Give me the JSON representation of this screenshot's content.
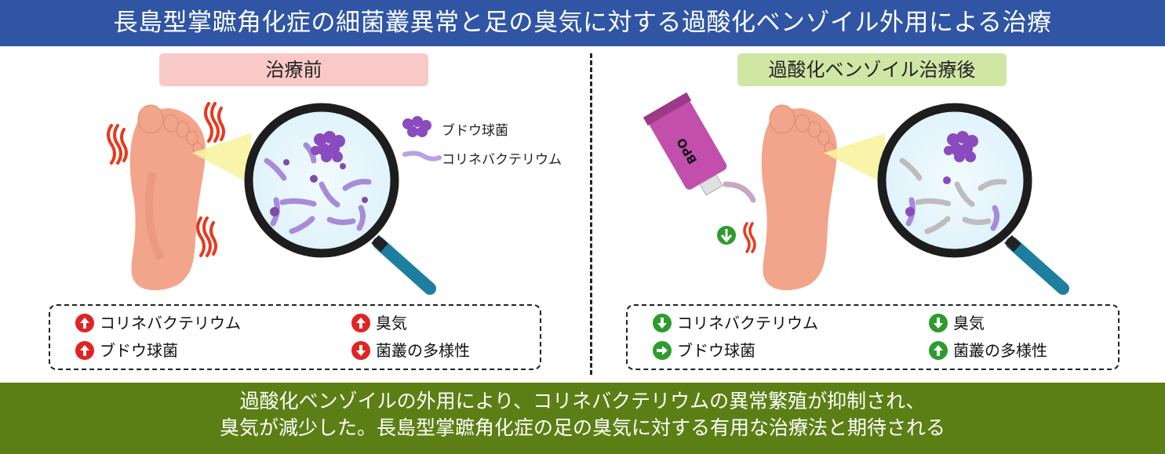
{
  "title": "長島型掌蹠角化症の細菌叢異常と足の臭気に対する過酸化ベンゾイル外用による治療",
  "panels": {
    "before": {
      "label": "治療前",
      "legend": {
        "grape": "ブドウ球菌",
        "coryne": "コリネバクテリウム"
      },
      "left_items": [
        {
          "text": "コリネバクテリウム",
          "direction": "up"
        },
        {
          "text": "ブドウ球菌",
          "direction": "up"
        }
      ],
      "right_items": [
        {
          "text": "臭気",
          "direction": "up"
        },
        {
          "text": "菌叢の多様性",
          "direction": "down"
        }
      ]
    },
    "after": {
      "label": "過酸化ベンゾイル治療後",
      "tube_label": "BPO",
      "left_items": [
        {
          "text": "コリネバクテリウム",
          "direction": "down"
        },
        {
          "text": "ブドウ球菌",
          "direction": "right"
        }
      ],
      "right_items": [
        {
          "text": "臭気",
          "direction": "down"
        },
        {
          "text": "菌叢の多様性",
          "direction": "up"
        }
      ]
    }
  },
  "footer": {
    "line1": "過酸化ベンゾイルの外用により、コリネバクテリウムの異常繁殖が抑制され、",
    "line2": "臭気が減少した。長島型掌蹠角化症の足の臭気に対する有用な治療法と期待される"
  },
  "colors": {
    "title_bg": "#2f55a4",
    "footer_bg": "#5b7f14",
    "before_label": "#f9c9c8",
    "after_label": "#cfe6a5",
    "increase": "#e02424",
    "decrease": "#2e9b2e",
    "foot": "#f2a58a",
    "coryne": "#a88bd8",
    "grape": "#8a4bbf"
  },
  "icons": {
    "up": "red-up-arrow-circle",
    "down": "green-down-arrow-circle",
    "right": "green-right-arrow-circle"
  }
}
